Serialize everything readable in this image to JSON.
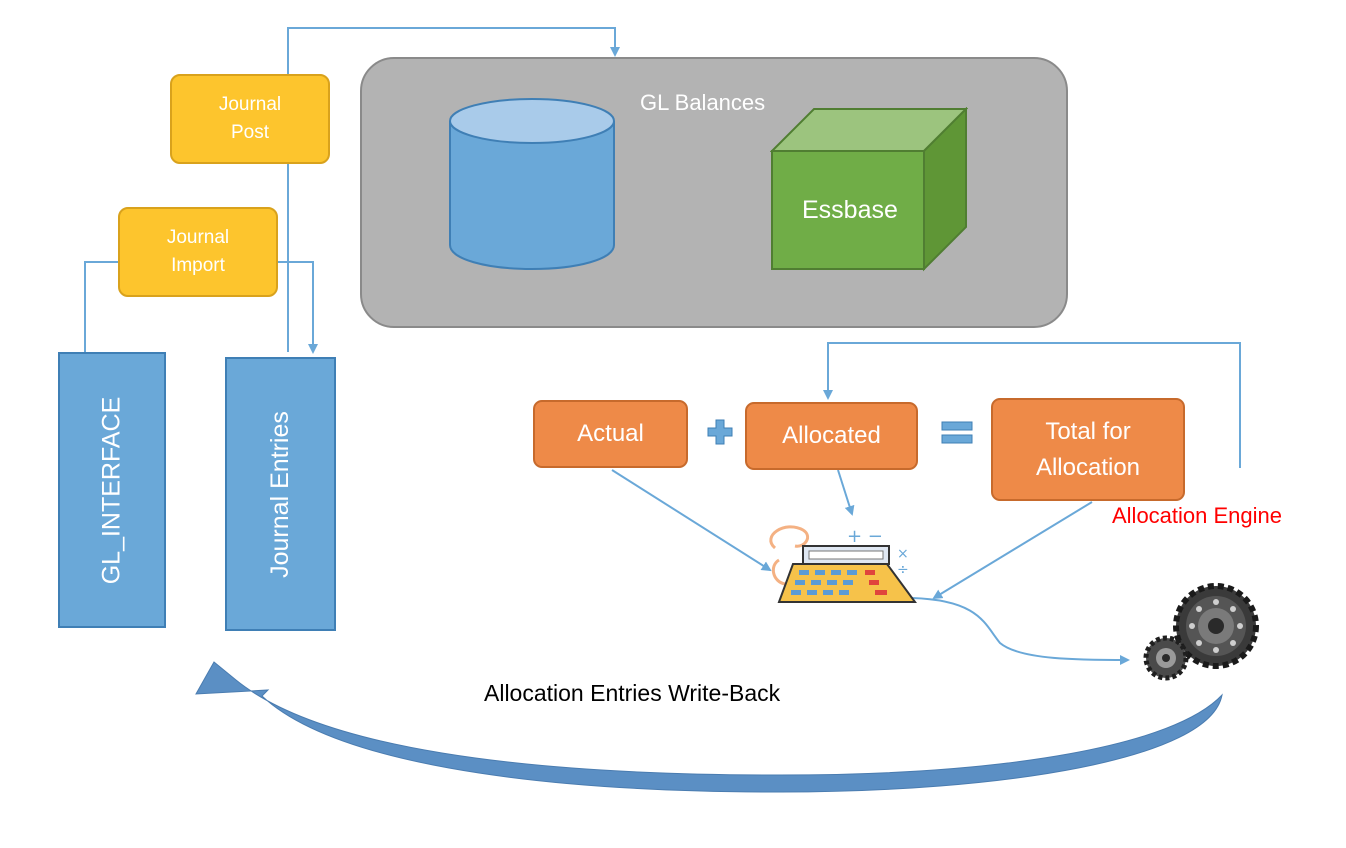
{
  "journal_post": "Journal\nPost",
  "journal_import": "Journal\nImport",
  "gl_interface": "GL_INTERFACE",
  "journal_entries": "Journal Entries",
  "gl_balances": "GL Balances",
  "essbase": "Essbase",
  "actual": "Actual",
  "allocated": "Allocated",
  "total_for_allocation": "Total for\nAllocation",
  "allocation_engine": "Allocation Engine",
  "write_back": "Allocation Entries Write-Back",
  "colors": {
    "yellow": "#fdc52d",
    "blue": "#6aa8d8",
    "orange": "#ee8a48",
    "green": "#70ad47",
    "gray": "#b3b3b3",
    "connector": "#6aa8d8",
    "engine_label": "#ff0000"
  },
  "icons": [
    "calculator-icon",
    "gears-icon",
    "plus-icon",
    "equals-icon"
  ]
}
